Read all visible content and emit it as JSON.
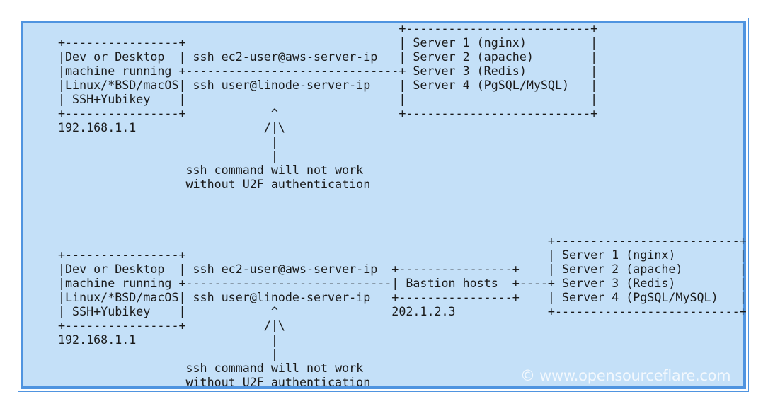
{
  "diagrams": [
    {
      "lines": [
        "                          +--------------------------+",
        "+----------------+                                |",
        "                          | Server 1 (nginx)         |",
        "|Dev or Desktop  | ssh ec2-user@aws-server-ip       | Server 2 (apache)        |",
        "|machine running +-------------------------------+ Server 3 (Redis)         |",
        "|Linux/*BSD/macOS| ssh user@linode-server-ip        | Server 4 (PgSQL/MySQL)   |",
        "| SSH+Yubikey    |            ^                   |                          |",
        "+----------------+           /|\\                  +--------------------------+",
        "192.168.1.1                   |",
        "                              |",
        "                  ssh command will not work",
        "                  without U2F authentication"
      ]
    },
    {
      "lines": [
        "                                                           +--------------------------+",
        "+----------------+                                        | Server 1 (nginx)         |",
        "|Dev or Desktop  | ssh ec2-user@aws-server-ip +----------------+ | Server 2 (apache)        |",
        "|machine running +------------------------------| Bastion hosts +------+ Server 3 (Redis)         |",
        "|Linux/*BSD/macOS| ssh user@linode-server-ip  +----------------+ | Server 4 (PgSQL/MySQL)   |",
        "| SSH+Yubikey    |            ^               202.1.2.3          +--------------------------+",
        "+----------------+           /|\\",
        "192.168.1.1                   |",
        "                              |",
        "                  ssh command will not work",
        "                  without U2F authentication"
      ]
    }
  ],
  "top": {
    "row0": "                                                +--------------------------+",
    "row1": "+----------------+                              | Server 1 (nginx)         |",
    "row2": "|Dev or Desktop  | ssh ec2-user@aws-server-ip   | Server 2 (apache)        |",
    "row3": "|machine running +------------------------------+ Server 3 (Redis)         |",
    "row4": "|Linux/*BSD/macOS| ssh user@linode-server-ip    | Server 4 (PgSQL/MySQL)   |",
    "row5": "| SSH+Yubikey    |                              |                          |",
    "row6": "+----------------+            ^                 +--------------------------+",
    "row7": "192.168.1.1                  /|\\",
    "row8": "                              |",
    "row9": "                              |",
    "row10": "                  ssh command will not work",
    "row11": "                  without U2F authentication"
  },
  "bottom": {
    "row0": "                                                                     +--------------------------+",
    "row1": "+----------------+                                                   | Server 1 (nginx)         |",
    "row2": "|Dev or Desktop  | ssh ec2-user@aws-server-ip  +----------------+    | Server 2 (apache)        |",
    "row3": "|machine running +-----------------------------| Bastion hosts  +----+ Server 3 (Redis)         |",
    "row4": "|Linux/*BSD/macOS| ssh user@linode-server-ip   +----------------+    | Server 4 (PgSQL/MySQL)   |",
    "row5": "| SSH+Yubikey    |            ^                202.1.2.3             +--------------------------+",
    "row6": "+----------------+           /|\\",
    "row7": "192.168.1.1                   |",
    "row8": "                              |",
    "row9": "                  ssh command will not work",
    "row10": "                  without U2F authentication"
  },
  "watermark": "© www.opensourceflare.com"
}
